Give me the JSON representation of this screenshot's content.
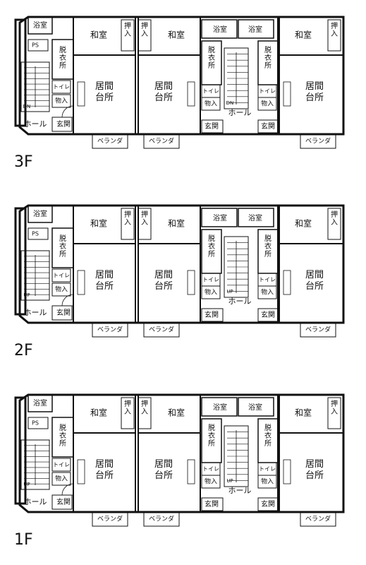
{
  "floors": [
    {
      "label": "3F",
      "stair": "DN"
    },
    {
      "label": "2F",
      "stair": "UP"
    },
    {
      "label": "1F",
      "stair": "UP"
    }
  ],
  "rooms": {
    "bath": "浴室",
    "ps": "PS",
    "dressing": "脱衣所",
    "washitsu": "和室",
    "oshiire": "押入",
    "living_kitchen": "居間台所",
    "toilet": "トイレ",
    "storage": "物入",
    "entrance": "玄関",
    "hall": "ホール",
    "veranda": "ベランダ"
  }
}
